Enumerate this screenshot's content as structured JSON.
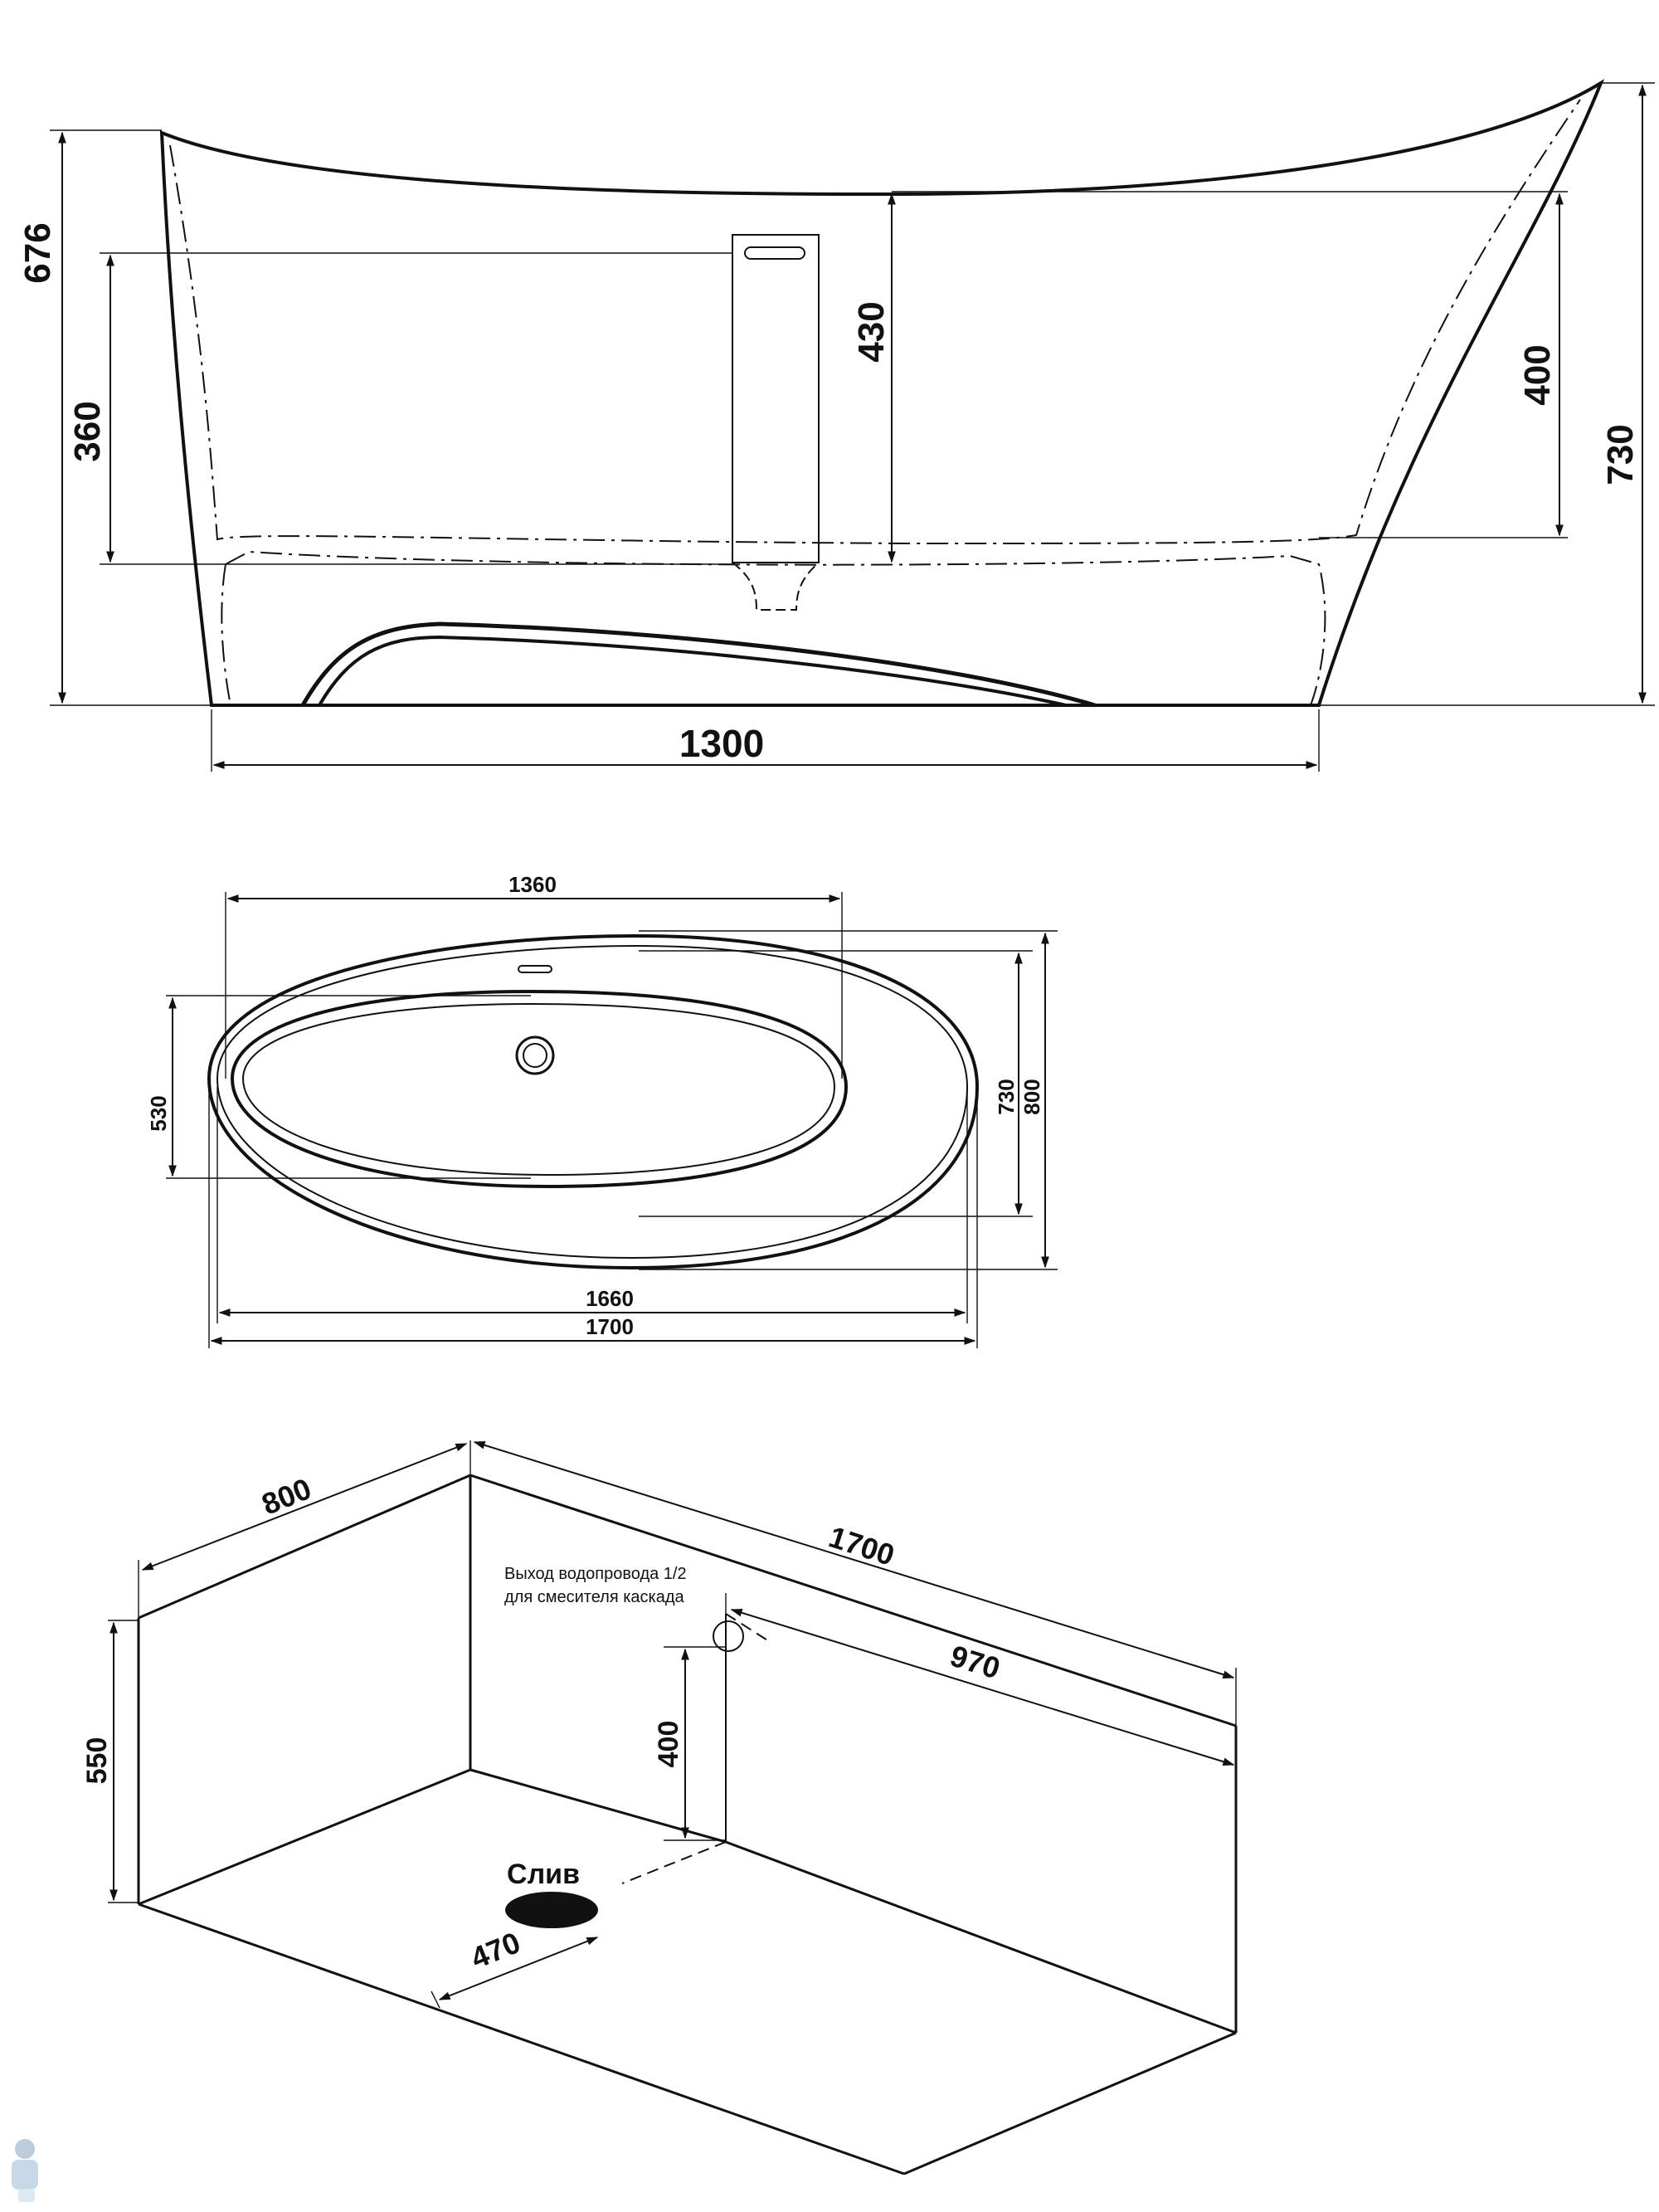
{
  "side_view": {
    "height_left": "676",
    "height_inner_left": "360",
    "height_mixer": "430",
    "height_inner_right": "400",
    "height_right": "730",
    "base_length": "1300"
  },
  "top_view": {
    "inner_length": "1360",
    "inner_width": "530",
    "outer_width_a": "730",
    "outer_width_b": "800",
    "length_a": "1660",
    "length_b": "1700"
  },
  "iso_view": {
    "width": "800",
    "length": "1700",
    "height": "550",
    "pipe_height": "400",
    "pipe_offset": "970",
    "drain_offset": "470",
    "pipe_note_line1": "Выход водопровода 1/2",
    "pipe_note_line2": "для смесителя каскада",
    "drain_label": "Слив"
  }
}
